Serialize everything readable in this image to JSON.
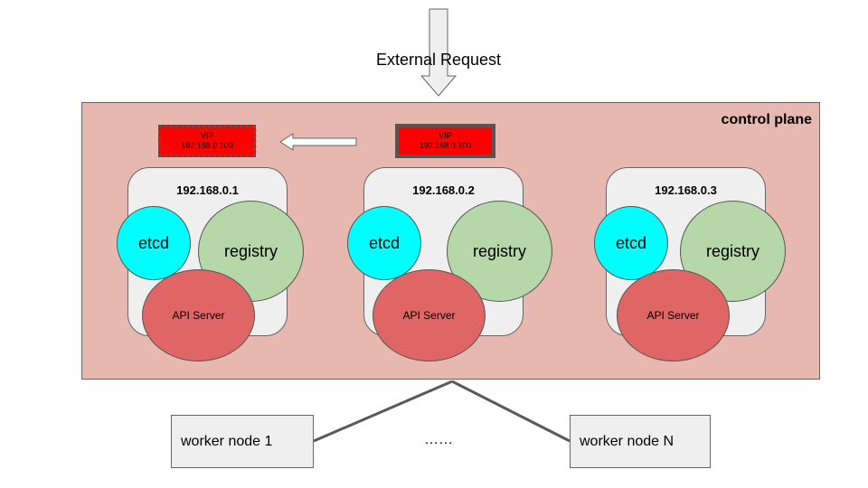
{
  "external_request": {
    "label": "External Request"
  },
  "control_plane": {
    "label": "control plane"
  },
  "vip": {
    "title": "VIP",
    "ip": "192.168.0.100"
  },
  "nodes": [
    {
      "ip": "192.168.0.1",
      "etcd": "etcd",
      "registry": "registry",
      "api": "API Server"
    },
    {
      "ip": "192.168.0.2",
      "etcd": "etcd",
      "registry": "registry",
      "api": "API Server"
    },
    {
      "ip": "192.168.0.3",
      "etcd": "etcd",
      "registry": "registry",
      "api": "API Server"
    }
  ],
  "workers": [
    {
      "label": "worker node 1"
    },
    {
      "label": "worker node N"
    }
  ],
  "ellipsis": "……",
  "colors": {
    "control_plane": "#e6b8af",
    "node": "#efefef",
    "etcd": "#00ffff",
    "registry": "#b6d7a8",
    "api_server": "#e06666",
    "vip": "#ff0000",
    "worker": "#efefef"
  }
}
